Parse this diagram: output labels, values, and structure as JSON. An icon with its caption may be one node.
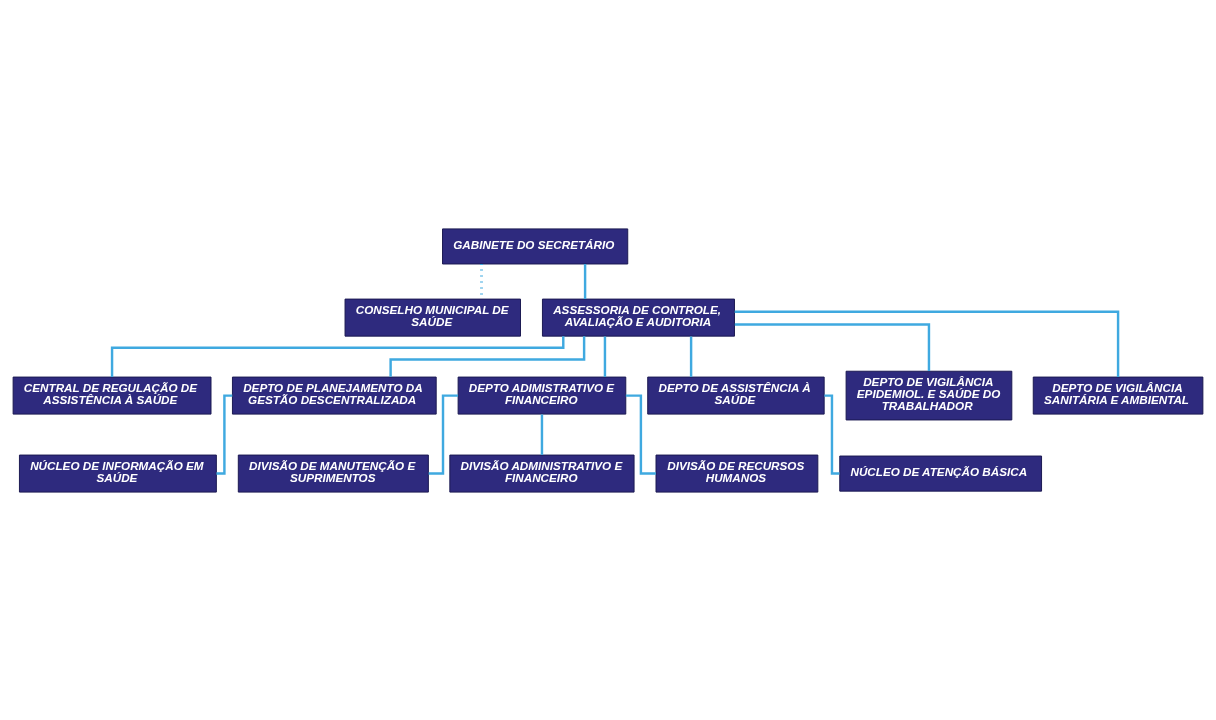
{
  "diagram": {
    "nodes": [
      {
        "text": [
          "GABINETE DO SECRETÁRIO"
        ]
      },
      {
        "text": [
          "CONSELHO MUNICIPAL DE SAÚDE"
        ]
      },
      {
        "text": [
          "ASSESSORIA DE CONTROLE, AVALIAÇÃO E AUDITORIA"
        ]
      },
      {
        "text": [
          "CENTRAL DE REGULAÇÃO DE ASSISTÊNCIA À SAÚDE"
        ]
      },
      {
        "text": [
          "DEPTO DE PLANEJAMENTO DA GESTÃO DESCENTRALIZADA"
        ]
      },
      {
        "text": [
          "DEPTO ADIMISTRATIVO E FINANCEIRO"
        ]
      },
      {
        "text": [
          "DEPTO DE ASSISTÊNCIA À SAÚDE"
        ]
      },
      {
        "text": [
          "DEPTO DE VIGILÂNCIA EPIDEMIOL. E SAÚDE DO TRABALHADOR"
        ]
      },
      {
        "text": [
          "DEPTO DE VIGILÂNCIA SANITÁRIA E AMBIENTAL"
        ]
      },
      {
        "text": [
          "NÚCLEO DE INFORMAÇÃO EM SAÚDE"
        ]
      },
      {
        "text": [
          "NÚCLEO DE ATENÇÃO BÁSICA"
        ]
      },
      {
        "text": [
          "DIVISÃO DE MANUTENÇÃO E SUPRIMENTOS"
        ]
      },
      {
        "text": [
          "DIVISÃO ADMINISTRATIVO E FINANCEIRO"
        ]
      },
      {
        "text": [
          "DIVISÃO DE RECURSOS HUMANOS"
        ]
      }
    ],
    "edges": [
      {
        "from": 0,
        "to": 1,
        "arrow": "none",
        "style": "dashed"
      },
      {
        "from": 0,
        "to": 2,
        "arrow": "none"
      },
      {
        "from": 2,
        "to": 3,
        "arrow": "none"
      },
      {
        "from": 2,
        "to": 4,
        "arrow": "none"
      },
      {
        "from": 2,
        "to": 5,
        "arrow": "none"
      },
      {
        "from": 2,
        "to": 6,
        "arrow": "none"
      },
      {
        "from": 2,
        "to": 7,
        "arrow": "none"
      },
      {
        "from": 2,
        "to": 8,
        "arrow": "none"
      },
      {
        "from": 4,
        "to": 9,
        "arrow": "none"
      },
      {
        "from": 6,
        "to": 10,
        "arrow": "none"
      },
      {
        "from": 5,
        "to": 11,
        "arrow": "none"
      },
      {
        "from": 5,
        "to": 12,
        "arrow": "none"
      },
      {
        "from": 5,
        "to": 13,
        "arrow": "none"
      }
    ]
  }
}
